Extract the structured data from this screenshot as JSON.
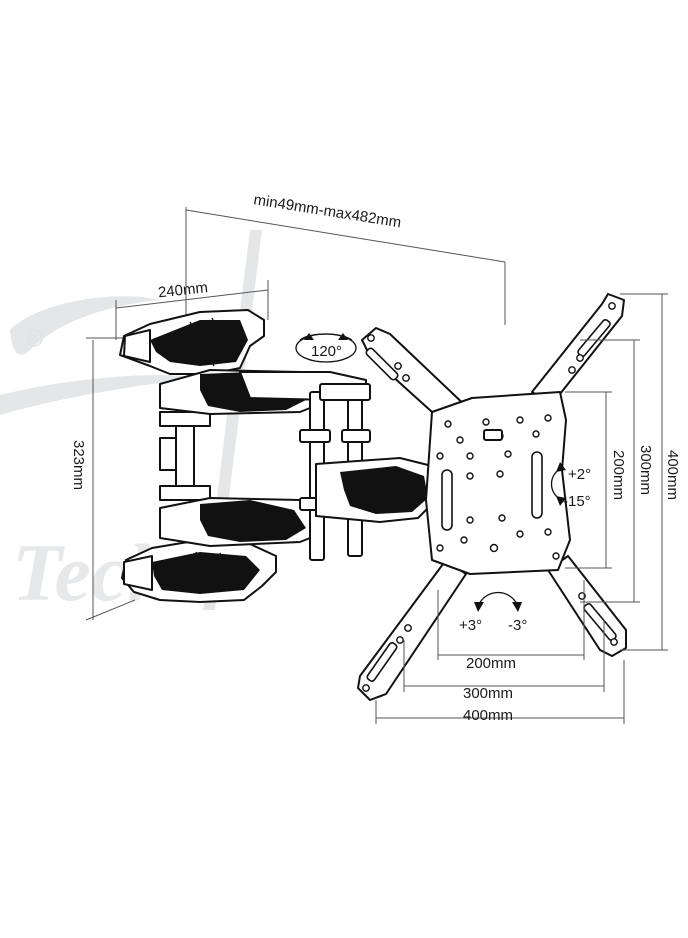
{
  "dimensions": {
    "arm_extension": "min49mm-max482mm",
    "wall_plate_width": "240mm",
    "wall_plate_height": "323mm",
    "swivel": "120°",
    "tilt_up": "+2°",
    "tilt_down": "-15°",
    "level_plus": "+3°",
    "level_minus": "-3°",
    "vesa_v_200": "200mm",
    "vesa_v_300": "300mm",
    "vesa_v_400": "400mm",
    "vesa_h_200": "200mm",
    "vesa_h_300": "300mm",
    "vesa_h_400": "400mm"
  },
  "watermark": {
    "text": "Tech",
    "registered_mark": "®"
  }
}
